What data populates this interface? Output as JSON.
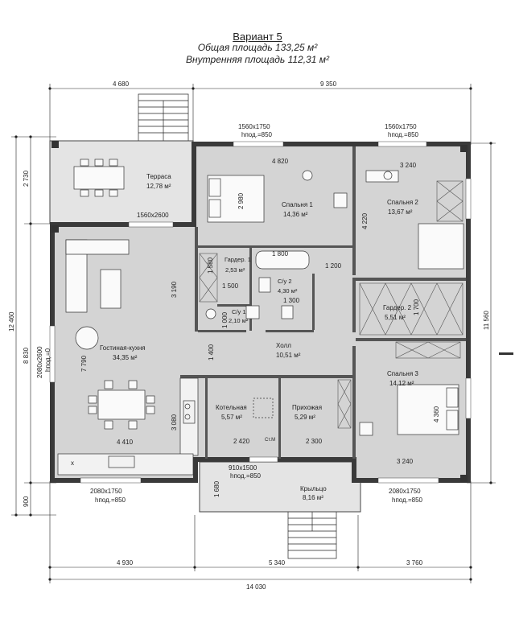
{
  "header": {
    "title": "Вариант 5",
    "total_area": "Общая площадь 133,25 м²",
    "inner_area": "Внутренняя площадь 112,31 м²"
  },
  "rooms": {
    "terrace": {
      "name": "Терраса",
      "area": "12,78 м²"
    },
    "bedroom1": {
      "name": "Спальня 1",
      "area": "14,36 м²"
    },
    "bedroom2": {
      "name": "Спальня 2",
      "area": "13,67 м²"
    },
    "wardrobe1": {
      "name": "Гардер. 1",
      "area": "2,53 м²"
    },
    "bath2": {
      "name": "С/у 2",
      "area": "4,30 м²"
    },
    "bath1": {
      "name": "С/у 1",
      "area": "2,10 м²"
    },
    "wardrobe2": {
      "name": "Гардер. 2",
      "area": "5,51 м²"
    },
    "living": {
      "name": "Гостиная-кухня",
      "area": "34,35 м²"
    },
    "hall": {
      "name": "Холл",
      "area": "10,51 м²"
    },
    "boiler": {
      "name": "Котельная",
      "area": "5,57 м²"
    },
    "entry": {
      "name": "Прихожая",
      "area": "5,29 м²"
    },
    "bedroom3": {
      "name": "Спальня 3",
      "area": "14,12 м²"
    },
    "porch": {
      "name": "Крыльцо",
      "area": "8,16 м²"
    }
  },
  "dims": {
    "top_left": "4 680",
    "top_right": "9 350",
    "bottom_a": "4 930",
    "bottom_b": "5 340",
    "bottom_c": "3 760",
    "bottom_total": "14 030",
    "left_1": "2 730",
    "left_2": "8 830",
    "left_3": "900",
    "left_total": "12 460",
    "right_total": "11 560",
    "d4820": "4 820",
    "d3240a": "3 240",
    "d2980": "2 980",
    "d4220": "4 220",
    "d1800": "1 800",
    "d1200": "1 200",
    "d1300": "1 300",
    "d1500": "1 500",
    "d1000": "1 000",
    "d1580": "1 580",
    "d3190": "3 190",
    "d1400": "1 400",
    "d1700": "1 700",
    "d7790": "7 790",
    "d3080": "3 080",
    "d4410": "4 410",
    "d2420": "2 420",
    "d2300": "2 300",
    "d4360": "4 360",
    "d3240b": "3 240",
    "d1680": "1 680"
  },
  "openings": {
    "w1": "1560х1750",
    "w1h": "hпод.=850",
    "w2": "1560х1750",
    "w2h": "hпод.=850",
    "w3": "1560х2600",
    "w4": "2080х2600",
    "w4h": "hпод.=0",
    "w5": "2080х1750",
    "w5h": "hпод.=850",
    "w6": "910х1500",
    "w6h": "hпод.=850",
    "w7": "2080х1750",
    "w7h": "hпод.=850"
  },
  "labels": {
    "stm": "Ст.М"
  },
  "colors": {
    "wall": "#3a3a3a",
    "floor": "#d4d4d4",
    "terrace": "#e4e4e4",
    "line": "#222222"
  }
}
